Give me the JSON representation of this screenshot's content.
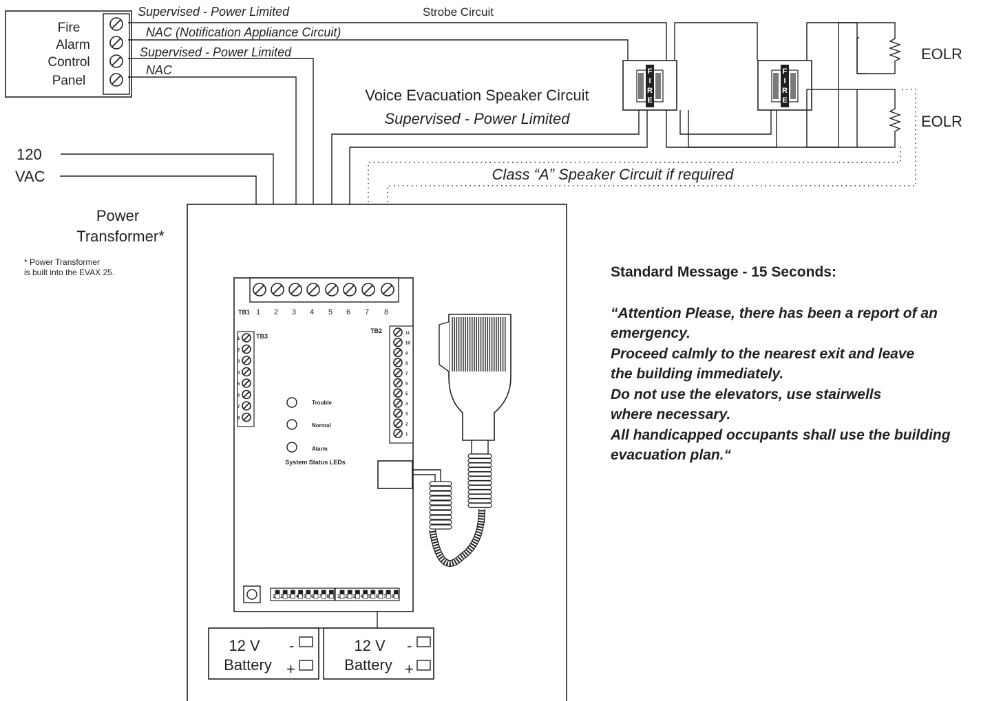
{
  "panel": {
    "line1": "Fire",
    "line2": "Alarm",
    "line3": "Control",
    "line4": "Panel"
  },
  "wire_labels": {
    "sup1": "Supervised - Power Limited",
    "nac1": "NAC  (Notification Appliance Circuit)",
    "sup2": "Supervised - Power Limited",
    "nac2": "NAC",
    "strobe": "Strobe Circuit",
    "voice1": "Voice Evacuation Speaker Circuit",
    "voice2": "Supervised - Power Limited",
    "classA": "Class “A” Speaker Circuit if required"
  },
  "eolr": {
    "top": "EOLR",
    "bottom": "EOLR"
  },
  "appliance": {
    "letters": [
      "F",
      "I",
      "R",
      "E"
    ]
  },
  "power": {
    "v1": "120",
    "v2": "VAC",
    "xf1": "Power",
    "xf2": "Transformer*",
    "note1": "* Power Transformer",
    "note2": "is built into the EVAX 25."
  },
  "board": {
    "tb1": "TB1",
    "tb1_numbers": [
      "1",
      "2",
      "3",
      "4",
      "5",
      "6",
      "7",
      "8"
    ],
    "tb2": "TB2",
    "tb2_numbers": [
      "11",
      "10",
      "9",
      "8",
      "7",
      "6",
      "5",
      "4",
      "3",
      "2",
      "1"
    ],
    "tb3": "TB3",
    "tb3_numbers": [
      "1",
      "2",
      "3",
      "4",
      "5",
      "6",
      "7",
      "8"
    ],
    "leds": [
      "Trouble",
      "Normal",
      "Alarm"
    ],
    "leds_caption": "System Status LEDs",
    "dip_numbers": [
      "1",
      "2",
      "3",
      "4",
      "5",
      "6",
      "7",
      "8"
    ]
  },
  "batteries": [
    {
      "voltage": "12 V",
      "name": "Battery",
      "minus": "-",
      "plus": "+"
    },
    {
      "voltage": "12 V",
      "name": "Battery",
      "minus": "-",
      "plus": "+"
    }
  ],
  "message": {
    "heading": "Standard Message - 15 Seconds:",
    "lines": [
      "“Attention Please, there has been a report of an",
      "emergency.",
      "Proceed calmly to the nearest exit and leave",
      "the building immediately.",
      "Do not use the elevators, use stairwells",
      "where necessary.",
      "All handicapped occupants shall use the building",
      "evacuation plan.“"
    ]
  },
  "colors": {
    "ink": "#231f20",
    "paper": "#ffffff"
  }
}
